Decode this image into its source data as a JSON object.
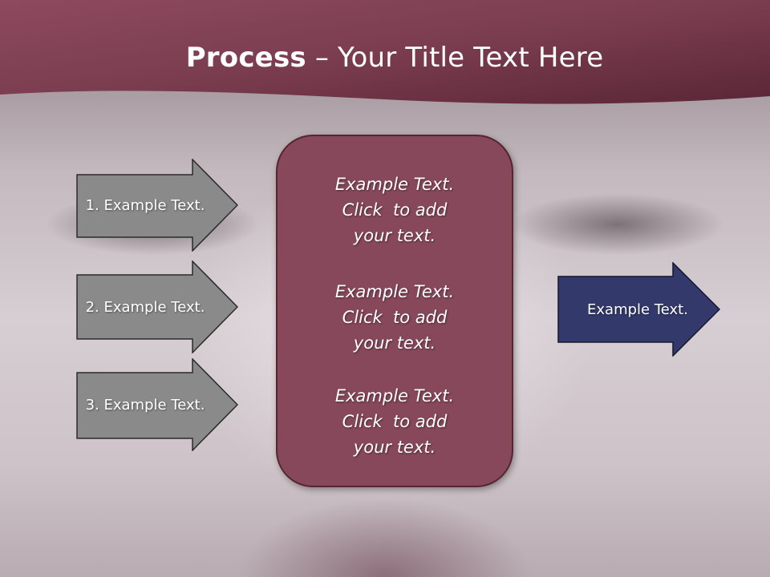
{
  "slide": {
    "title_bold": "Process",
    "title_rest": " – Your Title Text Here",
    "steps": [
      {
        "label": "1. Example Text."
      },
      {
        "label": "2. Example Text."
      },
      {
        "label": "3. Example Text."
      }
    ],
    "center_blocks": [
      {
        "line1": "Example Text.",
        "line2": "Click  to add",
        "line3": "your text."
      },
      {
        "line1": "Example Text.",
        "line2": "Click  to add",
        "line3": "your text."
      },
      {
        "line1": "Example Text.",
        "line2": "Click  to add",
        "line3": "your text."
      }
    ],
    "output": {
      "label": "Example Text."
    }
  },
  "colors": {
    "header": "#7b3d4e",
    "step_arrow": "#8a8a8a",
    "center_box": "#87485b",
    "output_arrow": "#333a6b"
  }
}
